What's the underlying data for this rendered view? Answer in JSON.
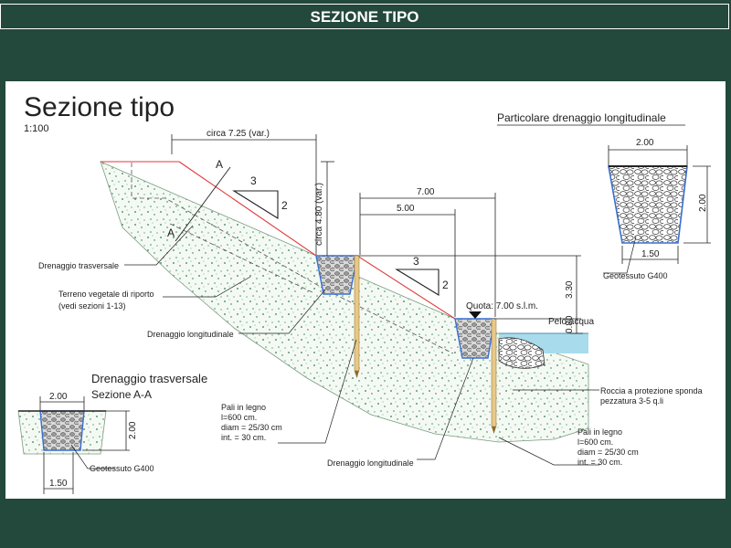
{
  "slide": {
    "title": "SEZIONE TIPO"
  },
  "drawing": {
    "heading": "Sezione tipo",
    "scale": "1:100",
    "detail_title": "Particolare drenaggio longitudinale",
    "detail_top_width": "2.00",
    "detail_height": "2.00",
    "detail_bottom_width": "1.50",
    "detail_geotextile": "Geotessuto G400",
    "dim_circa_width": "circa 7.25 (var.)",
    "dim_circa_height": "circa 4.80 (var.)",
    "dim_7": "7.00",
    "dim_5": "5.00",
    "dim_330": "3.30",
    "dim_080": "0.80",
    "slope_h_1": "3",
    "slope_v_1": "2",
    "slope_h_2": "3",
    "slope_v_2": "2",
    "section_mark": "A",
    "quota": "Quota: 7.00 s.l.m.",
    "water_label": "Pelo acqua",
    "label_dren_trasv": "Drenaggio trasversale",
    "label_terreno_1": "Terreno vegetale di riporto",
    "label_terreno_2": "(vedi sezioni 1-13)",
    "label_dren_long_1": "Drenaggio longitudinale",
    "label_dren_long_2": "Drenaggio longitudinale",
    "pali_1": [
      "Pali in legno",
      "l=600 cm.",
      "diam = 25/30 cm",
      "int. = 30 cm."
    ],
    "pali_2": [
      "Pali in legno",
      "l=600 cm.",
      "diam = 25/30 cm",
      "int. = 30 cm."
    ],
    "roccia_1": "Roccia a protezione sponda",
    "roccia_2": "pezzatura 3-5 q.li",
    "trasv_title": "Drenaggio trasversale",
    "trasv_subtitle": "Sezione A-A",
    "trasv_top_width": "2.00",
    "trasv_height": "2.00",
    "trasv_bottom_width": "1.50",
    "trasv_geotextile": "Geotessuto G400",
    "colors": {
      "background": "#23483c",
      "slope_line": "#e03a3a",
      "water": "#a8dcec",
      "soil_speckle": "#2e7d4f",
      "pole": "#e8c98a"
    }
  }
}
